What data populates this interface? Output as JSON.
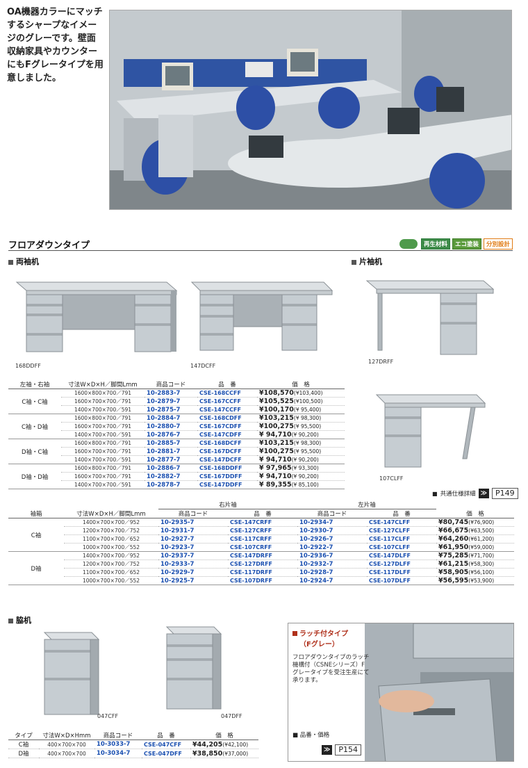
{
  "intro": {
    "text": "OA機器カラーにマッチするシャープなイメージのグレーです。壁面収納家具やカウンターにもFグレータイプを用意しました。"
  },
  "section": {
    "title": "フロアダウンタイプ",
    "badges": [
      "再生材料",
      "エコ塗装",
      "分別設計"
    ]
  },
  "ryosode": {
    "title": "両袖机",
    "labels": [
      "168DDFF",
      "147DCFF"
    ],
    "headers": [
      "左袖・右袖",
      "寸法W×D×H／脚間Lmm",
      "商品コード",
      "品　番",
      "価　格"
    ],
    "groups": [
      {
        "type": "C袖・C袖",
        "rows": [
          {
            "size": "1600×800×700／791",
            "code": "10-2883-7",
            "model": "CSE-168CCFF",
            "price": "¥108,570",
            "sub": "(¥103,400)"
          },
          {
            "size": "1600×700×700／791",
            "code": "10-2879-7",
            "model": "CSE-167CCFF",
            "price": "¥105,525",
            "sub": "(¥100,500)"
          },
          {
            "size": "1400×700×700／591",
            "code": "10-2875-7",
            "model": "CSE-147CCFF",
            "price": "¥100,170",
            "sub": "(¥ 95,400)"
          }
        ]
      },
      {
        "type": "C袖・D袖",
        "rows": [
          {
            "size": "1600×800×700／791",
            "code": "10-2884-7",
            "model": "CSE-168CDFF",
            "price": "¥103,215",
            "sub": "(¥ 98,300)"
          },
          {
            "size": "1600×700×700／791",
            "code": "10-2880-7",
            "model": "CSE-167CDFF",
            "price": "¥100,275",
            "sub": "(¥ 95,500)"
          },
          {
            "size": "1400×700×700／591",
            "code": "10-2876-7",
            "model": "CSE-147CDFF",
            "price": "¥ 94,710",
            "sub": "(¥ 90,200)"
          }
        ]
      },
      {
        "type": "D袖・C袖",
        "rows": [
          {
            "size": "1600×800×700／791",
            "code": "10-2885-7",
            "model": "CSE-168DCFF",
            "price": "¥103,215",
            "sub": "(¥ 98,300)"
          },
          {
            "size": "1600×700×700／791",
            "code": "10-2881-7",
            "model": "CSE-167DCFF",
            "price": "¥100,275",
            "sub": "(¥ 95,500)"
          },
          {
            "size": "1400×700×700／591",
            "code": "10-2877-7",
            "model": "CSE-147DCFF",
            "price": "¥ 94,710",
            "sub": "(¥ 90,200)"
          }
        ]
      },
      {
        "type": "D袖・D袖",
        "rows": [
          {
            "size": "1600×800×700／791",
            "code": "10-2886-7",
            "model": "CSE-168DDFF",
            "price": "¥ 97,965",
            "sub": "(¥ 93,300)"
          },
          {
            "size": "1600×700×700／791",
            "code": "10-2882-7",
            "model": "CSE-167DDFF",
            "price": "¥ 94,710",
            "sub": "(¥ 90,200)"
          },
          {
            "size": "1400×700×700／591",
            "code": "10-2878-7",
            "model": "CSE-147DDFF",
            "price": "¥ 89,355",
            "sub": "(¥ 85,100)"
          }
        ]
      }
    ]
  },
  "katasode": {
    "title": "片袖机",
    "labels": [
      "127DRFF",
      "107CLFF"
    ],
    "common_ref": "共通仕様詳細",
    "common_page": "P149",
    "group_right": "右片袖",
    "group_left": "左片袖",
    "headers": [
      "袖箱",
      "寸法W×D×H／脚間Lmm",
      "商品コード",
      "品　番",
      "商品コード",
      "品　番",
      "価　格"
    ],
    "groups": [
      {
        "type": "C袖",
        "rows": [
          {
            "size": "1400×700×700／952",
            "rcode": "10-2935-7",
            "rmodel": "CSE-147CRFF",
            "lcode": "10-2934-7",
            "lmodel": "CSE-147CLFF",
            "price": "¥80,745",
            "sub": "(¥76,900)"
          },
          {
            "size": "1200×700×700／752",
            "rcode": "10-2931-7",
            "rmodel": "CSE-127CRFF",
            "lcode": "10-2930-7",
            "lmodel": "CSE-127CLFF",
            "price": "¥66,675",
            "sub": "(¥63,500)"
          },
          {
            "size": "1100×700×700／652",
            "rcode": "10-2927-7",
            "rmodel": "CSE-117CRFF",
            "lcode": "10-2926-7",
            "lmodel": "CSE-117CLFF",
            "price": "¥64,260",
            "sub": "(¥61,200)"
          },
          {
            "size": "1000×700×700／552",
            "rcode": "10-2923-7",
            "rmodel": "CSE-107CRFF",
            "lcode": "10-2922-7",
            "lmodel": "CSE-107CLFF",
            "price": "¥61,950",
            "sub": "(¥59,000)"
          }
        ]
      },
      {
        "type": "D袖",
        "rows": [
          {
            "size": "1400×700×700／952",
            "rcode": "10-2937-7",
            "rmodel": "CSE-147DRFF",
            "lcode": "10-2936-7",
            "lmodel": "CSE-147DLFF",
            "price": "¥75,285",
            "sub": "(¥71,700)"
          },
          {
            "size": "1200×700×700／752",
            "rcode": "10-2933-7",
            "rmodel": "CSE-127DRFF",
            "lcode": "10-2932-7",
            "lmodel": "CSE-127DLFF",
            "price": "¥61,215",
            "sub": "(¥58,300)"
          },
          {
            "size": "1100×700×700／652",
            "rcode": "10-2929-7",
            "rmodel": "CSE-117DRFF",
            "lcode": "10-2928-7",
            "lmodel": "CSE-117DLFF",
            "price": "¥58,905",
            "sub": "(¥56,100)"
          },
          {
            "size": "1000×700×700／552",
            "rcode": "10-2925-7",
            "rmodel": "CSE-107DRFF",
            "lcode": "10-2924-7",
            "lmodel": "CSE-107DLFF",
            "price": "¥56,595",
            "sub": "(¥53,900)"
          }
        ]
      }
    ]
  },
  "wakizukue": {
    "title": "脇机",
    "labels": [
      "047CFF",
      "047DFF"
    ],
    "headers": [
      "タイプ",
      "寸法W×D×Hmm",
      "商品コード",
      "品　番",
      "価　格"
    ],
    "rows": [
      {
        "type": "C袖",
        "size": "400×700×700",
        "code": "10-3033-7",
        "model": "CSE-047CFF",
        "price": "¥44,205",
        "sub": "(¥42,100)"
      },
      {
        "type": "D袖",
        "size": "400×700×700",
        "code": "10-3034-7",
        "model": "CSE-047DFF",
        "price": "¥38,850",
        "sub": "(¥37,000)"
      }
    ]
  },
  "latch": {
    "title": "ラッチ付タイプ",
    "title2": "（Fグレー）",
    "text": "フロアダウンタイプのラッチ機構付（CSNEシリーズ）Fグレータイプを受注生産にて承ります。",
    "ref": "品番・価格",
    "page": "P154"
  },
  "colors": {
    "code_blue": "#1a4fb0",
    "desk_top": "#d4d8dc",
    "desk_body": "#b9c0c6",
    "latch_red": "#b0311c"
  }
}
